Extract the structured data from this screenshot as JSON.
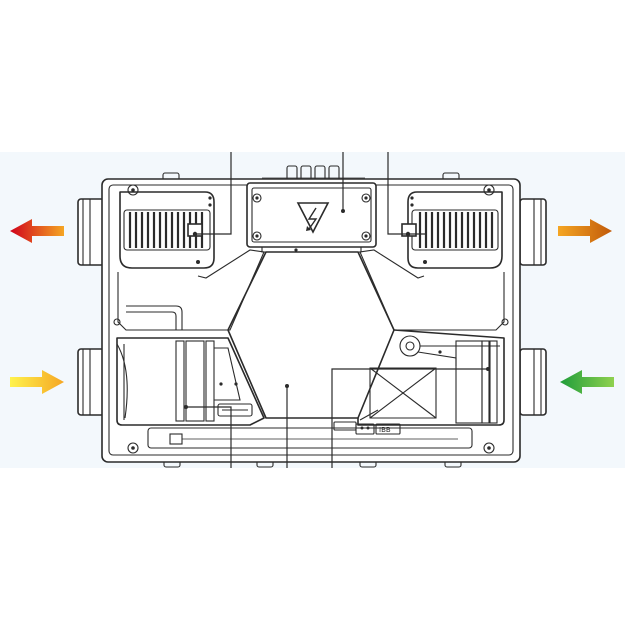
{
  "diagram": {
    "background_band_color": "#f3f8fc",
    "line_color": "#2b2b2b",
    "arrows": [
      {
        "name": "arrow-exhaust-out",
        "direction": "left",
        "gradient": [
          "#f5a623",
          "#d0021b"
        ]
      },
      {
        "name": "arrow-supply-out",
        "direction": "right",
        "gradient": [
          "#f5a623",
          "#c15a0a"
        ]
      },
      {
        "name": "arrow-fresh-in",
        "direction": "right",
        "gradient": [
          "#fff34d",
          "#f5a623"
        ]
      },
      {
        "name": "arrow-extract-in",
        "direction": "left",
        "gradient": [
          "#8fd14f",
          "#1f9d3a"
        ]
      }
    ],
    "hazard_icon": "high-voltage-warning-icon",
    "component_text": "IBB"
  }
}
